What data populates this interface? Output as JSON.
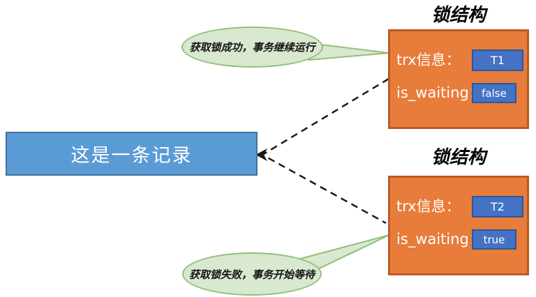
{
  "record": {
    "label": "这是一条记录"
  },
  "lock_structures": [
    {
      "title": "锁结构",
      "rows": [
        {
          "label": "trx信息：",
          "value": "T1"
        },
        {
          "label": "is_waiting：",
          "value": "false"
        }
      ]
    },
    {
      "title": "锁结构",
      "rows": [
        {
          "label": "trx信息：",
          "value": "T2"
        },
        {
          "label": "is_waiting：",
          "value": "true"
        }
      ]
    }
  ],
  "callouts": [
    {
      "position": "top",
      "text": "获取锁成功，事务继续运行"
    },
    {
      "position": "bottom",
      "text": "获取锁失败，事务开始等待"
    }
  ],
  "colors": {
    "record_fill": "#5b9bd5",
    "record_border": "#41719c",
    "lock_fill": "#e87c3b",
    "lock_border": "#bb5a24",
    "value_fill": "#4472c4",
    "value_border": "#2e5697",
    "callout_fill": "#d8e9cf",
    "callout_border": "#94bd79",
    "connector": "#1a1a1a",
    "text_on_fill": "#ffffff",
    "title_text": "#000000"
  }
}
